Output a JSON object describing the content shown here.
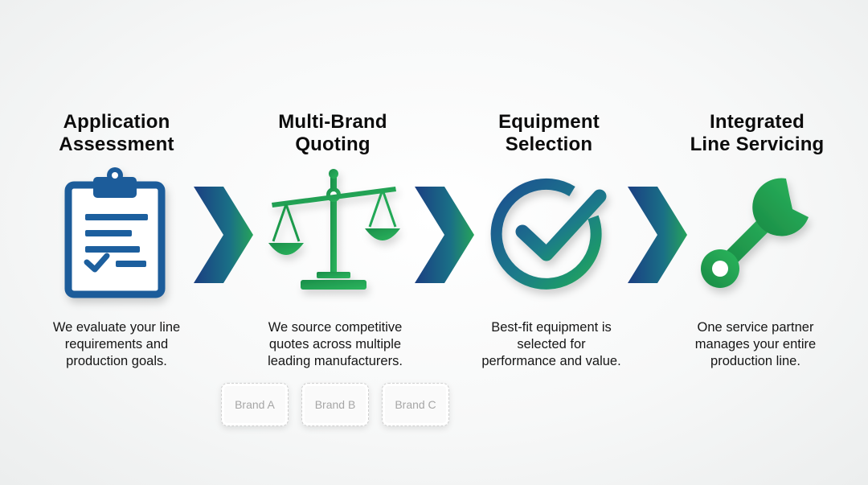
{
  "colors": {
    "navy": "#1a3f80",
    "blue": "#1d5fa0",
    "green": "#1e9b4c",
    "bright_green": "#29b358"
  },
  "steps": [
    {
      "title_lines": [
        "Application",
        "Assessment"
      ],
      "icon": "clipboard-checklist-icon",
      "desc_lines": [
        "We evaluate your line",
        "requirements and",
        "production goals."
      ]
    },
    {
      "title_lines": [
        "Multi-Brand",
        "Quoting"
      ],
      "icon": "balance-scale-icon",
      "desc_lines": [
        "We source competitive",
        "quotes across multiple",
        "leading manufacturers."
      ]
    },
    {
      "title_lines": [
        "Equipment",
        "Selection"
      ],
      "icon": "check-circle-icon",
      "desc_lines": [
        "Best-fit equipment is",
        "selected for",
        "performance and value."
      ]
    },
    {
      "title_lines": [
        "Integrated",
        "Line Servicing"
      ],
      "icon": "wrench-icon",
      "desc_lines": [
        "One service partner",
        "manages your entire",
        "production line."
      ]
    }
  ],
  "arrows": [
    "chevron-right-icon",
    "chevron-right-icon",
    "chevron-right-icon"
  ],
  "brands": [
    "Brand A",
    "Brand B",
    "Brand C"
  ]
}
